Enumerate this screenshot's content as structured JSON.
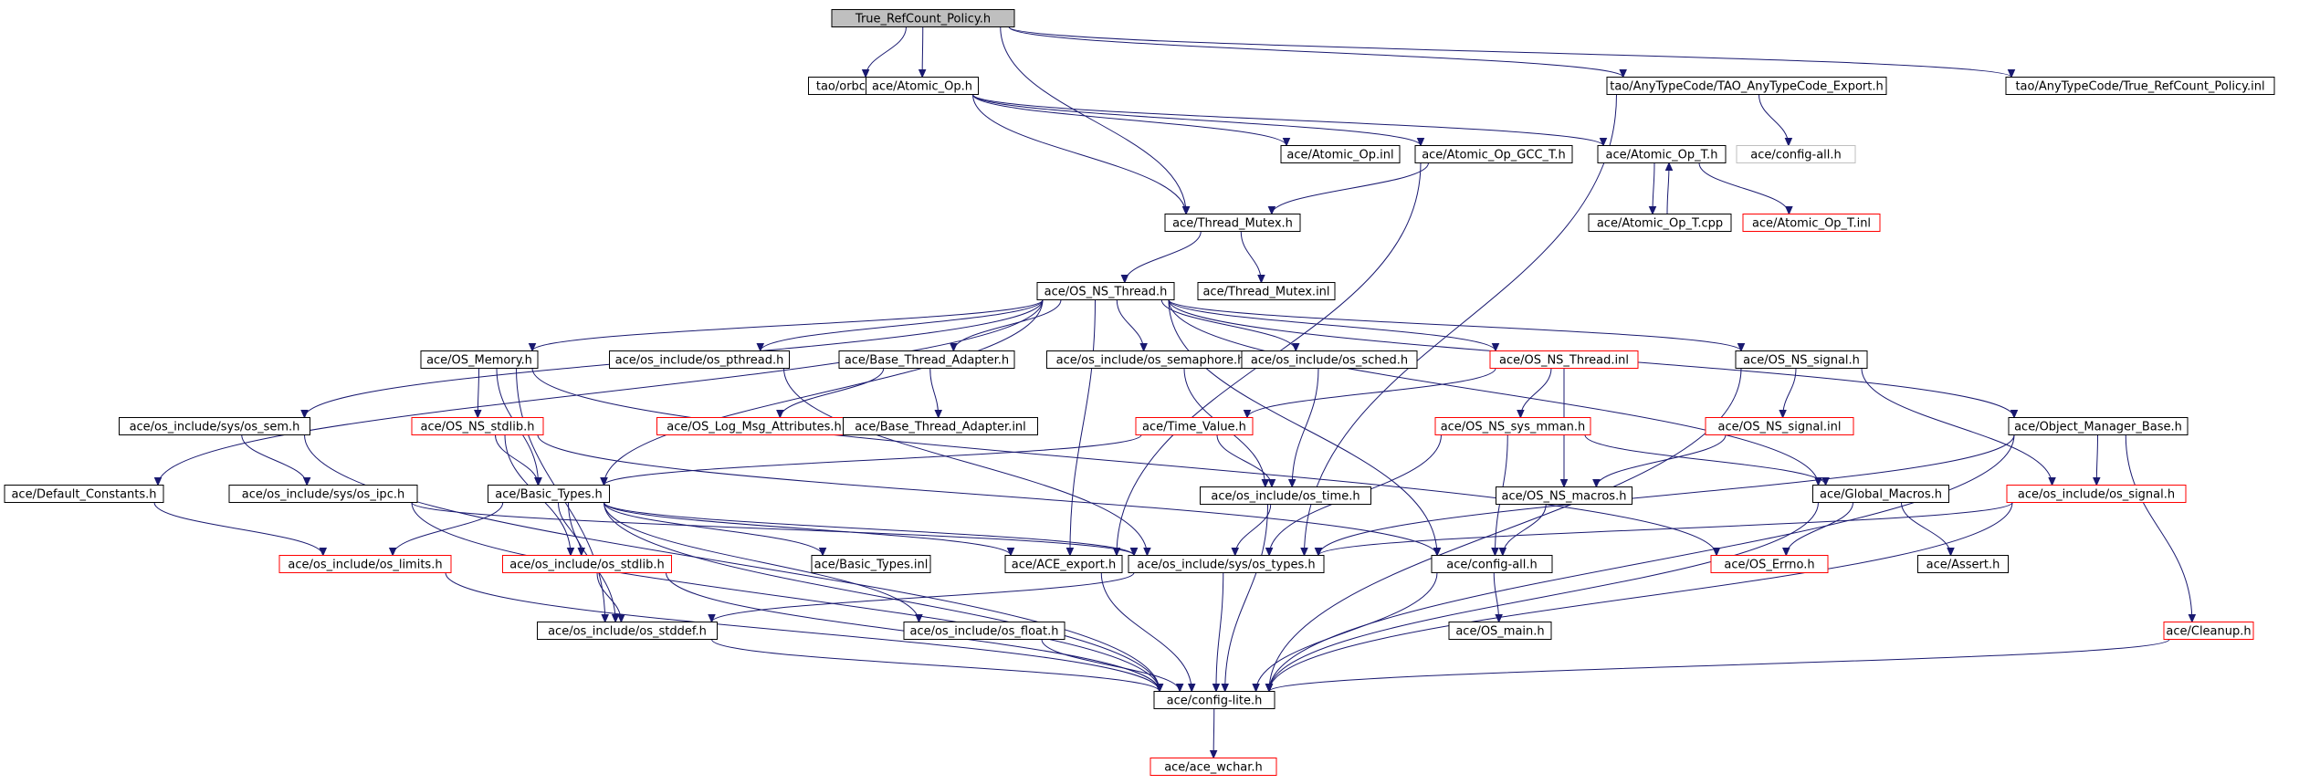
{
  "colors": {
    "edge": "#191970",
    "node_border": "#000000",
    "truncated_border": "#ff0000",
    "external_border": "#bfbfbf",
    "root_fill": "#bfbfbf",
    "node_fill": "#ffffff"
  },
  "nodes": [
    {
      "id": "root",
      "label": "True_RefCount_Policy.h",
      "kind": "root"
    },
    {
      "id": "orbconf",
      "label": "tao/orbconf.h",
      "kind": "normal"
    },
    {
      "id": "atomic_op",
      "label": "ace/Atomic_Op.h",
      "kind": "normal"
    },
    {
      "id": "tao_export",
      "label": "tao/AnyTypeCode/TAO_AnyTypeCode_Export.h",
      "kind": "normal"
    },
    {
      "id": "true_inl",
      "label": "tao/AnyTypeCode/True_RefCount_Policy.inl",
      "kind": "normal"
    },
    {
      "id": "atomic_op_inl",
      "label": "ace/Atomic_Op.inl",
      "kind": "normal"
    },
    {
      "id": "atomic_gcc",
      "label": "ace/Atomic_Op_GCC_T.h",
      "kind": "normal"
    },
    {
      "id": "atomic_t",
      "label": "ace/Atomic_Op_T.h",
      "kind": "normal"
    },
    {
      "id": "config_all_ext",
      "label": "ace/config-all.h",
      "kind": "external"
    },
    {
      "id": "thread_mutex",
      "label": "ace/Thread_Mutex.h",
      "kind": "normal"
    },
    {
      "id": "atomic_t_cpp",
      "label": "ace/Atomic_Op_T.cpp",
      "kind": "normal"
    },
    {
      "id": "atomic_t_inl",
      "label": "ace/Atomic_Op_T.inl",
      "kind": "truncated"
    },
    {
      "id": "thread_mutex_inl",
      "label": "ace/Thread_Mutex.inl",
      "kind": "normal"
    },
    {
      "id": "os_ns_thread",
      "label": "ace/OS_NS_Thread.h",
      "kind": "normal"
    },
    {
      "id": "os_memory",
      "label": "ace/OS_Memory.h",
      "kind": "normal"
    },
    {
      "id": "os_pthread",
      "label": "ace/os_include/os_pthread.h",
      "kind": "normal"
    },
    {
      "id": "base_thread",
      "label": "ace/Base_Thread_Adapter.h",
      "kind": "normal"
    },
    {
      "id": "os_semaphore",
      "label": "ace/os_include/os_semaphore.h",
      "kind": "normal"
    },
    {
      "id": "os_sched",
      "label": "ace/os_include/os_sched.h",
      "kind": "normal"
    },
    {
      "id": "os_ns_thread_inl",
      "label": "ace/OS_NS_Thread.inl",
      "kind": "truncated"
    },
    {
      "id": "os_ns_signal",
      "label": "ace/OS_NS_signal.h",
      "kind": "normal"
    },
    {
      "id": "sys_os_sem",
      "label": "ace/os_include/sys/os_sem.h",
      "kind": "normal"
    },
    {
      "id": "os_ns_stdlib",
      "label": "ace/OS_NS_stdlib.h",
      "kind": "truncated"
    },
    {
      "id": "log_msg_attr",
      "label": "ace/OS_Log_Msg_Attributes.h",
      "kind": "truncated"
    },
    {
      "id": "base_thread_inl",
      "label": "ace/Base_Thread_Adapter.inl",
      "kind": "normal"
    },
    {
      "id": "time_value",
      "label": "ace/Time_Value.h",
      "kind": "truncated"
    },
    {
      "id": "os_ns_sys_mman",
      "label": "ace/OS_NS_sys_mman.h",
      "kind": "truncated"
    },
    {
      "id": "os_ns_signal_inl",
      "label": "ace/OS_NS_signal.inl",
      "kind": "truncated"
    },
    {
      "id": "object_manager_base",
      "label": "ace/Object_Manager_Base.h",
      "kind": "normal"
    },
    {
      "id": "default_constants",
      "label": "ace/Default_Constants.h",
      "kind": "normal"
    },
    {
      "id": "basic_types",
      "label": "ace/Basic_Types.h",
      "kind": "normal"
    },
    {
      "id": "sys_os_ipc",
      "label": "ace/os_include/sys/os_ipc.h",
      "kind": "normal"
    },
    {
      "id": "os_time",
      "label": "ace/os_include/os_time.h",
      "kind": "normal"
    },
    {
      "id": "os_ns_macros",
      "label": "ace/OS_NS_macros.h",
      "kind": "normal"
    },
    {
      "id": "global_macros",
      "label": "ace/Global_Macros.h",
      "kind": "normal"
    },
    {
      "id": "os_signal",
      "label": "ace/os_include/os_signal.h",
      "kind": "truncated"
    },
    {
      "id": "os_limits",
      "label": "ace/os_include/os_limits.h",
      "kind": "truncated"
    },
    {
      "id": "os_stdlib",
      "label": "ace/os_include/os_stdlib.h",
      "kind": "truncated"
    },
    {
      "id": "basic_types_inl",
      "label": "ace/Basic_Types.inl",
      "kind": "normal"
    },
    {
      "id": "ace_export",
      "label": "ace/ACE_export.h",
      "kind": "normal"
    },
    {
      "id": "sys_os_types",
      "label": "ace/os_include/sys/os_types.h",
      "kind": "normal"
    },
    {
      "id": "config_all",
      "label": "ace/config-all.h",
      "kind": "normal"
    },
    {
      "id": "os_errno",
      "label": "ace/OS_Errno.h",
      "kind": "truncated"
    },
    {
      "id": "assert_h",
      "label": "ace/Assert.h",
      "kind": "normal"
    },
    {
      "id": "os_stddef",
      "label": "ace/os_include/os_stddef.h",
      "kind": "normal"
    },
    {
      "id": "os_float",
      "label": "ace/os_include/os_float.h",
      "kind": "normal"
    },
    {
      "id": "os_main",
      "label": "ace/OS_main.h",
      "kind": "normal"
    },
    {
      "id": "cleanup",
      "label": "ace/Cleanup.h",
      "kind": "truncated"
    },
    {
      "id": "config_lite",
      "label": "ace/config-lite.h",
      "kind": "normal"
    },
    {
      "id": "ace_wchar",
      "label": "ace/ace_wchar.h",
      "kind": "truncated"
    }
  ],
  "edges": [
    [
      "root",
      "orbconf"
    ],
    [
      "root",
      "atomic_op"
    ],
    [
      "root",
      "tao_export"
    ],
    [
      "root",
      "true_inl"
    ],
    [
      "root",
      "thread_mutex"
    ],
    [
      "atomic_op",
      "atomic_op_inl"
    ],
    [
      "atomic_op",
      "atomic_gcc"
    ],
    [
      "atomic_op",
      "atomic_t"
    ],
    [
      "atomic_op",
      "thread_mutex"
    ],
    [
      "tao_export",
      "config_all_ext"
    ],
    [
      "tao_export",
      "sys_os_types"
    ],
    [
      "atomic_gcc",
      "thread_mutex"
    ],
    [
      "atomic_gcc",
      "ace_export"
    ],
    [
      "atomic_t",
      "atomic_t_cpp"
    ],
    [
      "atomic_t_cpp",
      "atomic_t"
    ],
    [
      "atomic_t",
      "atomic_t_inl"
    ],
    [
      "thread_mutex",
      "os_ns_thread"
    ],
    [
      "thread_mutex",
      "thread_mutex_inl"
    ],
    [
      "os_ns_thread",
      "default_constants"
    ],
    [
      "os_ns_thread",
      "sys_os_sem"
    ],
    [
      "os_ns_thread",
      "os_memory"
    ],
    [
      "os_ns_thread",
      "basic_types"
    ],
    [
      "os_ns_thread",
      "os_pthread"
    ],
    [
      "os_ns_thread",
      "base_thread"
    ],
    [
      "os_ns_thread",
      "os_semaphore"
    ],
    [
      "os_ns_thread",
      "os_sched"
    ],
    [
      "os_ns_thread",
      "ace_export"
    ],
    [
      "os_ns_thread",
      "os_ns_thread_inl"
    ],
    [
      "os_ns_thread",
      "os_ns_signal"
    ],
    [
      "os_ns_thread",
      "config_all"
    ],
    [
      "os_ns_thread",
      "global_macros"
    ],
    [
      "os_ns_thread",
      "object_manager_base"
    ],
    [
      "os_memory",
      "os_ns_stdlib"
    ],
    [
      "os_memory",
      "basic_types"
    ],
    [
      "os_memory",
      "os_stddef"
    ],
    [
      "os_memory",
      "os_errno"
    ],
    [
      "os_pthread",
      "sys_os_types"
    ],
    [
      "base_thread",
      "log_msg_attr"
    ],
    [
      "base_thread",
      "base_thread_inl"
    ],
    [
      "os_semaphore",
      "os_time"
    ],
    [
      "os_sched",
      "os_time"
    ],
    [
      "os_ns_thread_inl",
      "time_value"
    ],
    [
      "os_ns_thread_inl",
      "os_ns_sys_mman"
    ],
    [
      "os_ns_thread_inl",
      "os_ns_macros"
    ],
    [
      "os_ns_signal",
      "os_ns_signal_inl"
    ],
    [
      "os_ns_signal",
      "os_signal"
    ],
    [
      "os_ns_signal",
      "config_lite"
    ],
    [
      "sys_os_sem",
      "sys_os_ipc"
    ],
    [
      "sys_os_sem",
      "config_lite"
    ],
    [
      "os_ns_stdlib",
      "basic_types"
    ],
    [
      "os_ns_stdlib",
      "os_stdlib"
    ],
    [
      "os_ns_stdlib",
      "config_all"
    ],
    [
      "time_value",
      "basic_types"
    ],
    [
      "time_value",
      "os_time"
    ],
    [
      "os_ns_sys_mman",
      "config_all"
    ],
    [
      "os_ns_sys_mman",
      "sys_os_types"
    ],
    [
      "os_ns_sys_mman",
      "global_macros"
    ],
    [
      "os_ns_signal_inl",
      "os_ns_macros"
    ],
    [
      "object_manager_base",
      "os_signal"
    ],
    [
      "object_manager_base",
      "cleanup"
    ],
    [
      "object_manager_base",
      "sys_os_types"
    ],
    [
      "object_manager_base",
      "config_lite"
    ],
    [
      "default_constants",
      "os_limits"
    ],
    [
      "basic_types",
      "os_limits"
    ],
    [
      "basic_types",
      "os_stdlib"
    ],
    [
      "basic_types",
      "os_stddef"
    ],
    [
      "basic_types",
      "basic_types_inl"
    ],
    [
      "basic_types",
      "ace_export"
    ],
    [
      "basic_types",
      "sys_os_types"
    ],
    [
      "basic_types",
      "os_float"
    ],
    [
      "basic_types",
      "config_lite"
    ],
    [
      "sys_os_ipc",
      "sys_os_types"
    ],
    [
      "sys_os_ipc",
      "config_lite"
    ],
    [
      "os_time",
      "sys_os_types"
    ],
    [
      "os_time",
      "config_lite"
    ],
    [
      "os_ns_macros",
      "config_all"
    ],
    [
      "global_macros",
      "os_errno"
    ],
    [
      "global_macros",
      "assert_h"
    ],
    [
      "global_macros",
      "config_lite"
    ],
    [
      "os_signal",
      "sys_os_types"
    ],
    [
      "os_signal",
      "config_lite"
    ],
    [
      "os_limits",
      "config_lite"
    ],
    [
      "os_stdlib",
      "os_stddef"
    ],
    [
      "os_stdlib",
      "config_lite"
    ],
    [
      "ace_export",
      "config_lite"
    ],
    [
      "sys_os_types",
      "os_stddef"
    ],
    [
      "sys_os_types",
      "config_lite"
    ],
    [
      "config_all",
      "os_main"
    ],
    [
      "config_all",
      "config_lite"
    ],
    [
      "os_stddef",
      "config_lite"
    ],
    [
      "os_float",
      "config_lite"
    ],
    [
      "cleanup",
      "config_lite"
    ],
    [
      "config_lite",
      "ace_wchar"
    ]
  ]
}
